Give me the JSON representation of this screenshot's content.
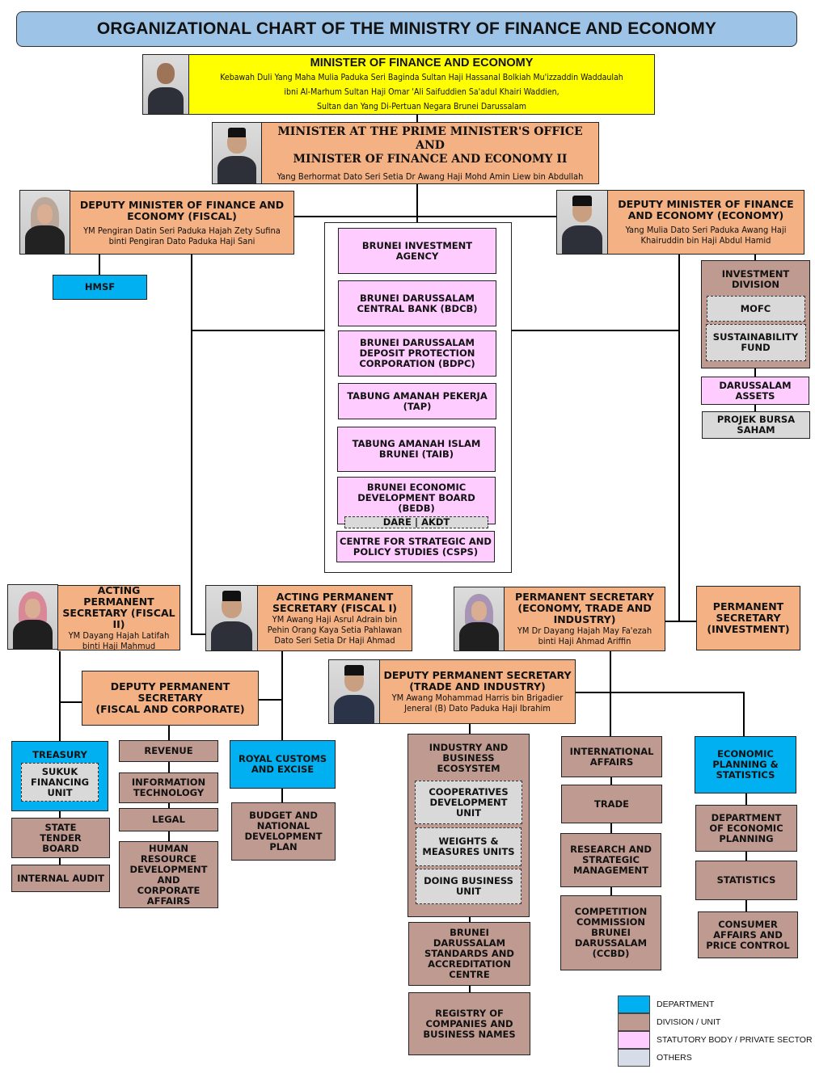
{
  "title": "ORGANIZATIONAL  CHART OF THE MINISTRY OF FINANCE AND ECONOMY",
  "colors": {
    "department": "#00b0f0",
    "division_unit": "#bf9a90",
    "statutory_body": "#ffccff",
    "others": "#d9d9d9",
    "leadership": "#f4b183",
    "minister": "#ffff00",
    "title_bar": "#9dc3e6"
  },
  "minister": {
    "title": "MINISTER OF FINANCE AND ECONOMY",
    "name_lines": [
      "Kebawah Duli Yang Maha Mulia Paduka Seri Baginda Sultan Haji Hassanal Bolkiah Mu'izzaddin Waddaulah",
      "ibni Al-Marhum Sultan Haji Omar 'Ali Saifuddien Sa'adul Khairi Waddien,",
      "Sultan dan Yang Di-Pertuan Negara Brunei Darussalam"
    ]
  },
  "minister2": {
    "title_lines": [
      "MINISTER AT THE PRIME MINISTER'S OFFICE AND",
      "MINISTER OF FINANCE AND ECONOMY II"
    ],
    "name": "Yang Berhormat Dato Seri Setia Dr Awang Haji Mohd Amin Liew bin Abdullah"
  },
  "deputy_fiscal": {
    "title_lines": [
      "DEPUTY  MINISTER  OF  FINANCE  AND",
      "ECONOMY  (FISCAL)"
    ],
    "name_lines": [
      "YM Pengiran Datin Seri Paduka Hajah  Zety Sufina",
      "binti Pengiran Dato Paduka Haji Sani"
    ]
  },
  "deputy_economy": {
    "title_lines": [
      "DEPUTY  MINISTER  OF  FINANCE",
      "AND ECONOMY  (ECONOMY)"
    ],
    "name_lines": [
      "Yang Mulia Dato Seri Paduka Awang Haji",
      "Khairuddin bin Haji Abdul Hamid"
    ]
  },
  "hmsf": "HMSF",
  "statutory_bodies": [
    "BRUNEI INVESTMENT  AGENCY",
    "BRUNEI  DARUSSALAM CENTRAL BANK (BDCB)",
    "BRUNEI  DARUSSALAM DEPOSIT PROTECTION  CORPORATION (BDPC)",
    "TABUNG  AMANAH PEKERJA (TAP)",
    "TABUNG  AMANAH ISLAM BRUNEI  (TAIB)",
    "BRUNEI  ECONOMIC DEVELOPMENT  BOARD (BEDB)",
    "CENTRE FOR STRATEGIC AND POLICY STUDIES (CSPS)"
  ],
  "bedb_sub": "DARE  |  AKDT",
  "investment_division": {
    "title": "INVESTMENT DIVISION",
    "units": [
      "MOFC",
      "SUSTAINABILITY FUND"
    ]
  },
  "darussalam_assets": "DARUSSALAM ASSETS",
  "projek_bursa": "PROJEK BURSA SAHAM",
  "ps_fiscal2": {
    "title_lines": [
      "ACTING  PERMANENT",
      "SECRETARY (FISCAL II)"
    ],
    "name_lines": [
      "YM Dayang Hajah Latifah",
      "binti Haji  Mahmud"
    ]
  },
  "ps_fiscal1": {
    "title_lines": [
      "ACTING  PERMANENT",
      "SECRETARY (FISCAL I)"
    ],
    "name_lines": [
      "YM Awang Haji Asrul Adrain bin",
      "Pehin Orang Kaya  Setia Pahlawan",
      "Dato Seri Setia Dr Haji Ahmad"
    ]
  },
  "ps_eti": {
    "title_lines": [
      "PERMANENT SECRETARY",
      "(ECONOMY, TRADE AND",
      "INDUSTRY)"
    ],
    "name_lines": [
      "YM Dr Dayang Hajah  May Fa'ezah",
      "binti Haji  Ahmad Ariffin"
    ]
  },
  "ps_investment": {
    "title_lines": [
      "PERMANENT",
      "SECRETARY",
      "(INVESTMENT)"
    ]
  },
  "dps_fiscal_corporate": {
    "title_lines": [
      "DEPUTY  PERMANENT  SECRETARY",
      "(FISCAL AND CORPORATE)"
    ]
  },
  "dps_trade": {
    "title_lines": [
      "DEPUTY  PERMANENT  SECRETARY",
      "(TRADE AND INDUSTRY)"
    ],
    "name_lines": [
      "YM Awang Mohammad Harris bin Brigadier",
      "Jeneral (B) Dato Paduka Haji Ibrahim"
    ]
  },
  "treasury": {
    "title": "TREASURY",
    "unit": "SUKUK FINANCING UNIT"
  },
  "state_tender": "STATE  TENDER BOARD",
  "internal_audit": "INTERNAL  AUDIT",
  "corporate_units": [
    "REVENUE",
    "INFORMATION TECHNOLOGY",
    "LEGAL",
    "HUMAN RESOURCE DEVELOPMENT AND CORPORATE AFFAIRS"
  ],
  "royal_customs": "ROYAL CUSTOMS AND EXCISE",
  "budget": "BUDGET  AND NATIONAL DEVELOPMENT PLAN",
  "industry_ecosystem": {
    "title": "INDUSTRY  AND BUSINESS ECOSYSTEM",
    "units": [
      "COOPERATIVES DEVELOPMENT UNIT",
      "WEIGHTS  &  MEASURES  UNITS",
      "DOING  BUSINESS UNIT"
    ]
  },
  "bdsac": "BRUNEI DARUSSALAM STANDARDS  AND ACCREDITATION CENTRE",
  "registry": "REGISTRY  OF COMPANIES  AND BUSINESS  NAMES",
  "trade_units": [
    "INTERNATIONAL AFFAIRS",
    "TRADE",
    "RESEARCH  AND STRATEGIC MANAGEMENT",
    "COMPETITION COMMISSION BRUNEI DARUSSALAM (CCBD)"
  ],
  "econ_planning": "ECONOMIC PLANNING  & STATISTICS",
  "econ_units": [
    "DEPARTMENT  OF ECONOMIC PLANNING",
    "STATISTICS",
    "CONSUMER AFFAIRS AND PRICE  CONTROL"
  ],
  "legend": [
    {
      "label": "DEPARTMENT",
      "color": "#00b0f0"
    },
    {
      "label": "DIVISION / UNIT",
      "color": "#bf9a90"
    },
    {
      "label": "STATUTORY BODY  / PRIVATE SECTOR",
      "color": "#ffccff"
    },
    {
      "label": "OTHERS",
      "color": "#d6dce8"
    }
  ]
}
